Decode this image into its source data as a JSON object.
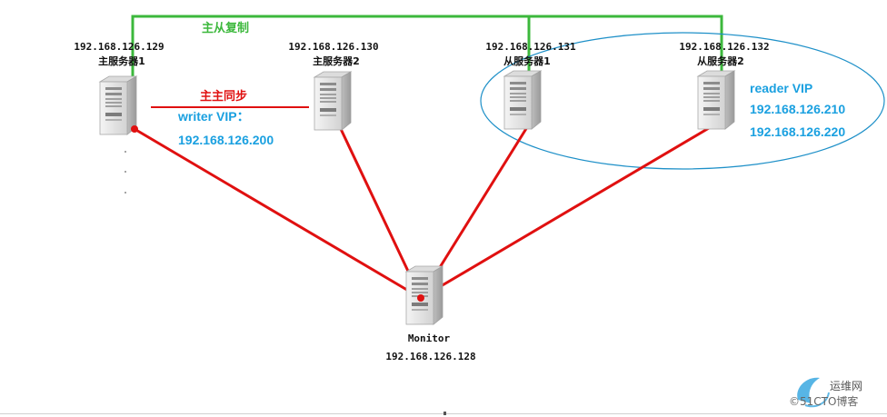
{
  "diagram": {
    "replication_label": "主从复制",
    "sync_label": "主主同步",
    "writer_vip_label": "writer VIP：",
    "writer_vip_ip": "192.168.126.200",
    "reader_vip_label": "reader VIP",
    "reader_vip_ips": [
      "192.168.126.210",
      "192.168.126.220"
    ],
    "servers": [
      {
        "ip": "192.168.126.129",
        "name": "主服务器1"
      },
      {
        "ip": "192.168.126.130",
        "name": "主服务器2"
      },
      {
        "ip": "192.168.126.131",
        "name": "从服务器1"
      },
      {
        "ip": "192.168.126.132",
        "name": "从服务器2"
      }
    ],
    "monitor": {
      "name": "Monitor",
      "ip": "192.168.126.128"
    }
  },
  "watermark": {
    "brand": "运维网",
    "site": "©51CTO博客"
  },
  "colors": {
    "green_line": "#3cb83c",
    "red_line": "#e01010",
    "blue_text": "#1aa0e0",
    "ellipse": "#1e90c8",
    "server_body": "#e8e8e8",
    "server_shade": "#b5b5b5"
  }
}
